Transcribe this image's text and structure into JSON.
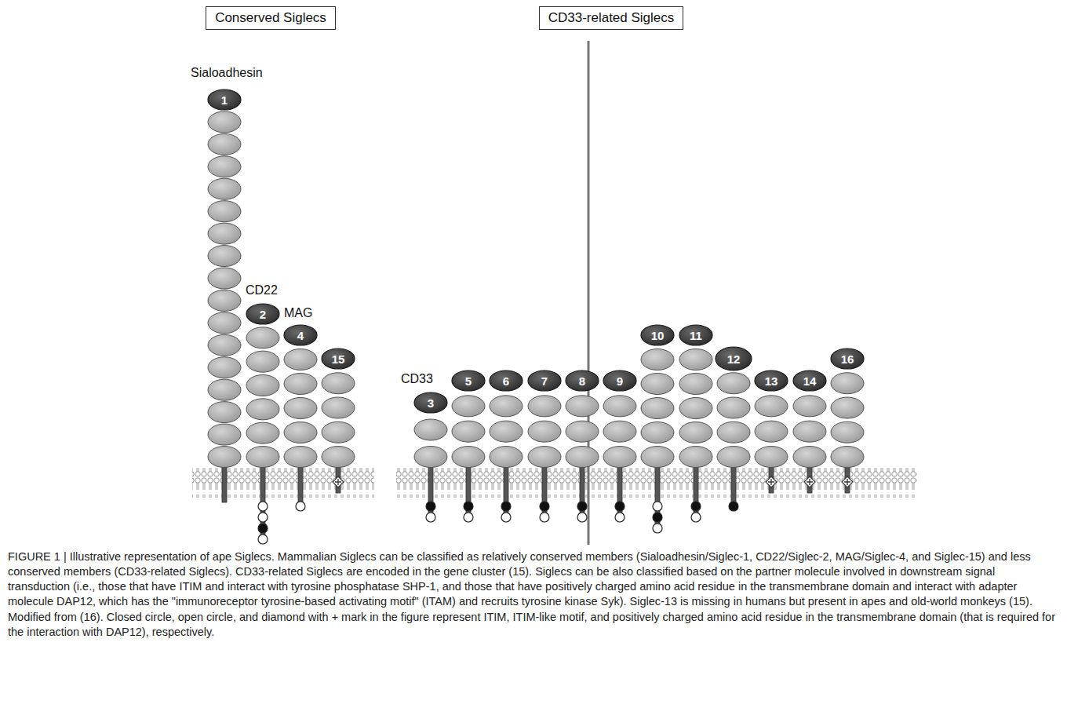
{
  "diagram": {
    "caption": "FIGURE 1 | Illustrative representation of ape Siglecs. Mammalian Siglecs can be classified as relatively conserved members (Sialoadhesin/Siglec-1, CD22/Siglec-2, MAG/Siglec-4, and Siglec-15) and less conserved members (CD33-related Siglecs). CD33-related Siglecs are encoded in the gene cluster (15). Siglecs can be also classified based on the partner molecule involved in downstream signal transduction (i.e., those that have ITIM and interact with tyrosine phosphatase SHP-1, and those that have positively charged amino acid residue in the transmembrane domain and interact with adapter molecule DAP12, which has the \"immunoreceptor tyrosine-based activating motif\" (ITAM) and recruits tyrosine kinase Syk). Siglec-13 is missing in humans but present in apes and old-world monkeys (15). Modified from (16). Closed circle, open circle, and diamond with + mark in the figure represent ITIM, ITIM-like motif, and positively charged amino acid residue in the transmembrane domain (that is required for the interaction with DAP12), respectively.",
    "nodes": [
      {
        "text": [
          "Conserved Siglecs"
        ]
      },
      {
        "text": [
          "CD33-related Siglecs"
        ]
      },
      {
        "text": [
          "1"
        ]
      },
      {
        "text": [
          "2"
        ]
      },
      {
        "text": [
          "4"
        ]
      },
      {
        "text": [
          "15"
        ]
      },
      {
        "text": [
          "3"
        ]
      },
      {
        "text": [
          "5"
        ]
      },
      {
        "text": [
          "6"
        ]
      },
      {
        "text": [
          "7"
        ]
      },
      {
        "text": [
          "8"
        ]
      },
      {
        "text": [
          "9"
        ]
      },
      {
        "text": [
          "10"
        ]
      },
      {
        "text": [
          "11"
        ]
      },
      {
        "text": [
          "12"
        ]
      },
      {
        "text": [
          "13"
        ]
      },
      {
        "text": [
          "14"
        ]
      },
      {
        "text": [
          "16"
        ]
      }
    ],
    "labels": [
      "Sialoadhesin",
      "CD22",
      "MAG",
      "CD33"
    ]
  }
}
